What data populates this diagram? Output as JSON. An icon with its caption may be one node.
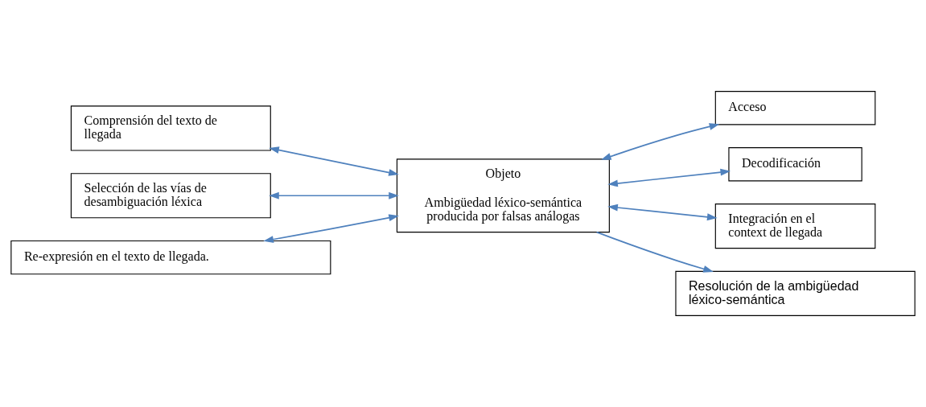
{
  "diagram": {
    "nodes": [
      {
        "text": [
          "Objeto",
          "Ambigüedad léxico-semántica producida por falsas análogas"
        ]
      },
      {
        "text": [
          "Comprensión del texto de llegada"
        ]
      },
      {
        "text": [
          "Selección de las vías de desambiguación léxica"
        ]
      },
      {
        "text": [
          "Re-expresión en el texto de llegada."
        ]
      },
      {
        "text": [
          "Acceso"
        ]
      },
      {
        "text": [
          "Decodificación"
        ]
      },
      {
        "text": [
          "Integración en el context de llegada"
        ]
      },
      {
        "text": [
          "Resolución de la ambigüedad léxico-semántica"
        ]
      }
    ],
    "edges": [
      {
        "from": 1,
        "to": 0,
        "arrow": "both"
      },
      {
        "from": 2,
        "to": 0,
        "arrow": "both"
      },
      {
        "from": 3,
        "to": 0,
        "arrow": "both"
      },
      {
        "from": 0,
        "to": 4,
        "arrow": "both"
      },
      {
        "from": 0,
        "to": 5,
        "arrow": "both"
      },
      {
        "from": 0,
        "to": 6,
        "arrow": "both"
      },
      {
        "from": 0,
        "to": 7,
        "arrow": "to"
      }
    ]
  }
}
